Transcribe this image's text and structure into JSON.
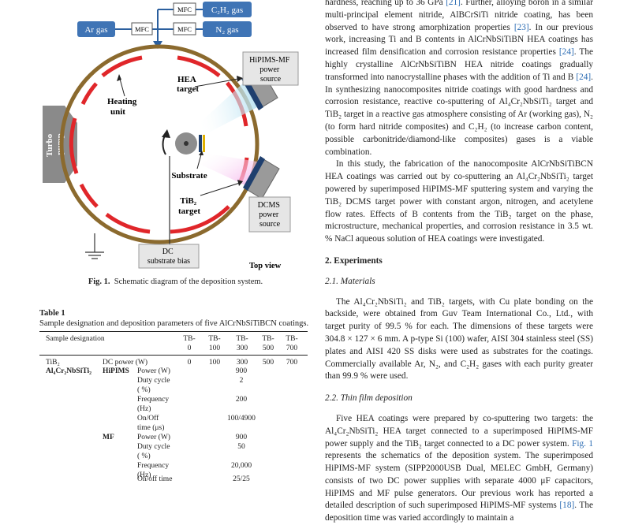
{
  "figure": {
    "gases": {
      "mfc": "MFC",
      "c2h2": "C₂H₂ gas",
      "ar": "Ar gas",
      "n2": "N₂ gas"
    },
    "labels": {
      "hipims_source_line1": "HiPIMS-MF",
      "hipims_source_line2": "power",
      "hipims_source_line3": "source",
      "hea_target_line1": "HEA",
      "hea_target_line2": "target",
      "heating_line1": "Heating",
      "heating_line2": "unit",
      "turbo_line1": "Turbo",
      "turbo_line2": "pump",
      "substrate": "Substrate",
      "tib2_line1": "TiB₂",
      "tib2_line2": "target",
      "dcms_line1": "DCMS",
      "dcms_line2": "power",
      "dcms_line3": "source",
      "dc_line1": "DC",
      "dc_line2": "substrate bias",
      "top_view": "Top view"
    },
    "colors": {
      "ar_box": "#3f74b5",
      "chamber": "#8b6a2e",
      "heater": "#e0262a"
    }
  },
  "caption": {
    "label": "Fig. 1.",
    "text": "Schematic diagram of the deposition system."
  },
  "table": {
    "title": "Table 1",
    "subtitle": "Sample designation and deposition parameters of five AlCrNbSiTiBCN coatings.",
    "header": {
      "designation": "Sample designation",
      "cols": [
        [
          "TB-",
          "0"
        ],
        [
          "TB-",
          "100"
        ],
        [
          "TB-",
          "300"
        ],
        [
          "TB-",
          "500"
        ],
        [
          "TB-",
          "700"
        ]
      ]
    },
    "rows": {
      "tib2": "TiB₂",
      "dc_power": "DC power (W)",
      "dc_values": [
        "0",
        "100",
        "300",
        "500",
        "700"
      ],
      "alcr": "Al₄Cr₂NbSiTi₂",
      "hipims": "HiPIMS",
      "mf": "MF",
      "power": "Power (W)",
      "duty1": "Duty cycle",
      "duty2": "( %)",
      "freq1": "Frequency",
      "freq2": "(Hz)",
      "onoff1": "On/Off",
      "onoff2": "time (μs)",
      "onoff_mf": "On/off time",
      "hipims_power": "900",
      "hipims_duty": "2",
      "hipims_freq": "200",
      "hipims_onoff": "100/4900",
      "mf_power": "900",
      "mf_duty": "50",
      "mf_freq": "20,000",
      "mf_onoff": "25/25"
    }
  },
  "body": {
    "p1": {
      "t1": "hardness, reaching up to 36 GPa ",
      "c1": "[21]",
      "t2": ". Further, alloying boron in a similar multi-principal element nitride, AlBCrSiTi nitride coating, has been observed to have strong amorphization properties ",
      "c2": "[23]",
      "t3": ". In our previous work, increasing Ti and B contents in AlCrNbSiTiBN HEA coatings has increased film densification and corrosion resistance properties ",
      "c3": "[24]",
      "t4": ". The highly crystalline AlCrNbSiTiBN HEA nitride coatings gradually transformed into nanocrystalline phases with the addition of Ti and B ",
      "c4": "[24]",
      "t5": ". In synthesizing nanocomposites nitride coatings with good hardness and corrosion resistance, reactive co-sputtering of Al₄Cr₂NbSiTi₂ target and TiB₂ target in a reactive gas atmosphere consisting of Ar (working gas), N₂ (to form hard nitride composites) and C₂H₂ (to increase carbon content, possible carbonitride/diamond-like composites) gases is a viable combination."
    },
    "p2": "In this study, the fabrication of the nanocomposite AlCrNbSiTiBCN HEA coatings was carried out by co-sputtering an Al₄Cr₂NbSiTi₂ target powered by superimposed HiPIMS-MF sputtering system and varying the TiB₂ DCMS target power with constant argon, nitrogen, and acetylene flow rates. Effects of B contents from the TiB₂ target on the phase, microstructure, mechanical properties, and corrosion resistance in 3.5 wt. % NaCl aqueous solution of HEA coatings were investigated.",
    "h2": "2.  Experiments",
    "h21": "2.1.  Materials",
    "p3": "The Al₄Cr₂NbSiTi₂ and TiB₂ targets, with Cu plate bonding on the backside, were obtained from Guv Team International Co., Ltd., with target purity of 99.5 % for each. The dimensions of these targets were 304.8 × 127 × 6 mm. A p-type Si (100) wafer, AISI 304 stainless steel (SS) plates and AISI 420 SS disks were used as substrates for the coatings. Commercially available Ar, N₂, and C₂H₂ gases with each purity greater than 99.9 % were used.",
    "h22": "2.2.  Thin film deposition",
    "p4": {
      "t1": "Five HEA coatings were prepared by co-sputtering two targets: the Al₄Cr₂NbSiTi₂ HEA target connected to a superimposed HiPIMS-MF power supply and the TiB₂ target connected to a DC power system. ",
      "c1": "Fig. 1",
      "t2": " represents the schematics of the deposition system. The superimposed HiPIMS-MF system (SIPP2000USB Dual, MELEC GmbH, Germany) consists of two DC power supplies with separate 4000 μF capacitors, HiPIMS and MF pulse generators. Our previous work has reported a detailed description of such superimposed HiPIMS-MF systems ",
      "c2": "[18]",
      "t3": ". The deposition time was varied accordingly to maintain a"
    }
  }
}
